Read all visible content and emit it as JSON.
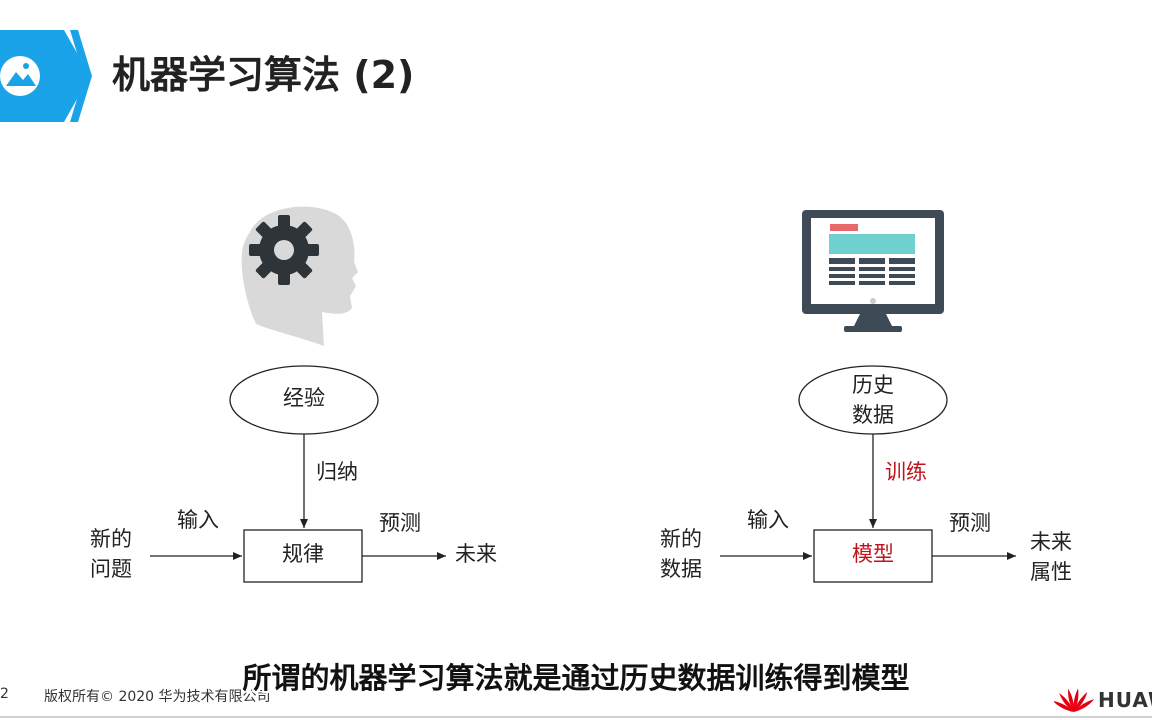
{
  "header": {
    "title": "机器学习算法 (2)"
  },
  "left": {
    "ellipse_label": "经验",
    "arrow_label": "归纳",
    "input_label": "输入",
    "predict_label": "预测",
    "box_label": "规律",
    "input_lines": [
      "新的",
      "问题"
    ],
    "output_label": "未来"
  },
  "right": {
    "ellipse_lines": [
      "历史",
      "数据"
    ],
    "arrow_label": "训练",
    "input_label": "输入",
    "predict_label": "预测",
    "box_label": "模型",
    "input_lines": [
      "新的",
      "数据"
    ],
    "output_lines": [
      "未来",
      "属性"
    ]
  },
  "footer": {
    "page_number": "2",
    "copyright": "版权所有© 2020 华为技术有限公司",
    "brand": "HUAWEI"
  },
  "subtitle": "所谓的机器学习算法就是通过历史数据训练得到模型",
  "colors": {
    "accent": "#1aa3e8",
    "highlight_red": "#c0141c",
    "head_gray": "#d9d9d9",
    "gear_dark": "#2f3438",
    "monitor_dark": "#3f4a57"
  },
  "icons": [
    "image-icon",
    "human-head-gear-icon",
    "computer-monitor-icon",
    "huawei-logo-icon"
  ]
}
